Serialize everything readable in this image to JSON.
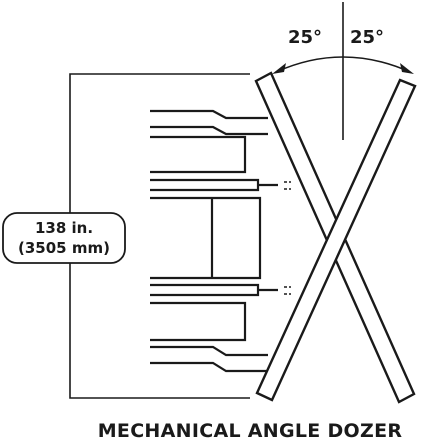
{
  "angle_left": "25°",
  "angle_right": "25°",
  "dimension_line1": "138 in.",
  "dimension_line2": "(3505 mm)",
  "caption": "MECHANICAL ANGLE DOZER"
}
